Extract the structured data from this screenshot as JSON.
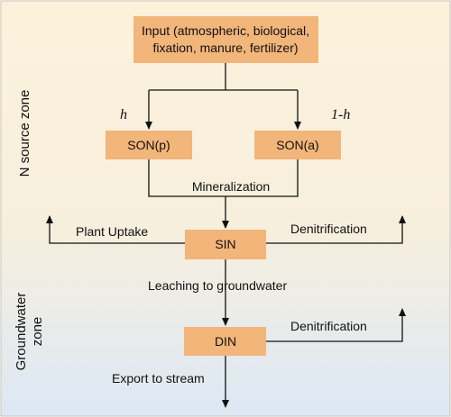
{
  "diagram": {
    "nodes": {
      "input": {
        "lines": [
          "Input (atmospheric, biological,",
          "fixation, manure, fertilizer)"
        ]
      },
      "son_p": {
        "label": "SON(p)"
      },
      "son_a": {
        "label": "SON(a)"
      },
      "sin": {
        "label": "SIN"
      },
      "din": {
        "label": "DIN"
      }
    },
    "edge_labels": {
      "h": "h",
      "one_minus_h": "1-h",
      "mineralization": "Mineralization",
      "plant_uptake": "Plant Uptake",
      "denitrification_top": "Denitrification",
      "leaching": "Leaching to groundwater",
      "denitrification_bottom": "Denitrification",
      "export": "Export to stream"
    },
    "zones": {
      "source": "N source zone",
      "groundwater_line1": "Groundwater",
      "groundwater_line2": "zone"
    },
    "colors": {
      "box_fill": "#F2B57A",
      "bg_top": "#FCF2DB",
      "bg_bottom": "#DDE9F5",
      "line": "#111111"
    }
  }
}
